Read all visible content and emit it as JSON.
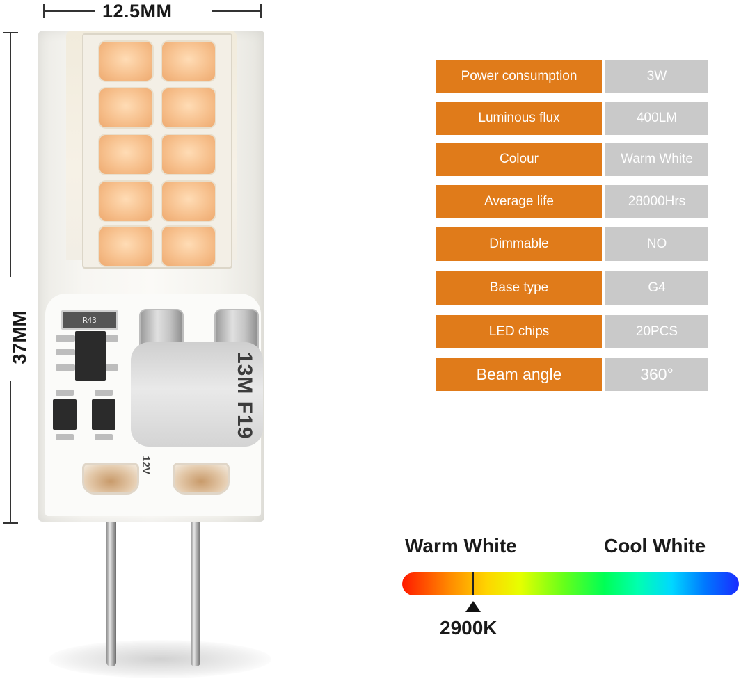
{
  "dimensions": {
    "width_label": "12.5MM",
    "height_label": "37MM"
  },
  "specs": [
    {
      "label": "Power consumption",
      "value": "3W"
    },
    {
      "label": "Luminous flux",
      "value": "400LM"
    },
    {
      "label": "Colour",
      "value": "Warm White"
    },
    {
      "label": "Average life",
      "value": "28000Hrs"
    },
    {
      "label": "Dimmable",
      "value": "NO"
    },
    {
      "label": "Base type",
      "value": "G4"
    },
    {
      "label": "LED chips",
      "value": "20PCS"
    },
    {
      "label": "Beam angle",
      "value": "360°"
    }
  ],
  "color_scale": {
    "left_label": "Warm White",
    "right_label": "Cool White",
    "marker_label": "2900K"
  },
  "bulb_markings": {
    "resistor_code": "R43",
    "capacitor_print": "13M F19",
    "voltage_print": "12V"
  },
  "colors": {
    "spec_label_bg": "#e07b1a",
    "spec_value_bg": "#c9c9c9",
    "led_glow": "#f6be8a"
  }
}
